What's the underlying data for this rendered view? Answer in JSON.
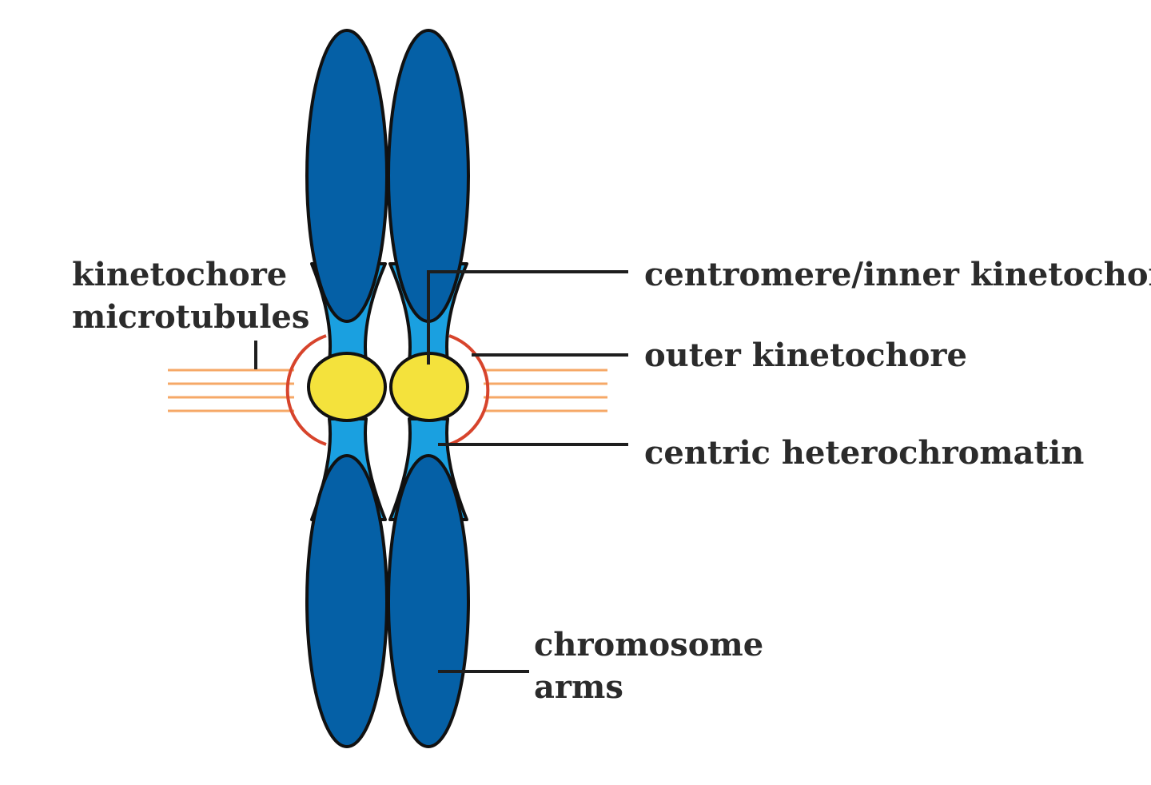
{
  "labels": {
    "kinetochore_microtubules_line1": "kinetochore",
    "kinetochore_microtubules_line2": "microtubules",
    "centromere_inner_kinetochore": "centromere/inner kinetochore",
    "outer_kinetochore": "outer kinetochore",
    "centric_heterochromatin": "centric heterochromatin",
    "chromosome_arms_line1": "chromosome",
    "chromosome_arms_line2": "arms"
  },
  "colors": {
    "chromosome_arm": "#0560a6",
    "heterochromatin": "#1aa0e0",
    "centromere": "#f4e23c",
    "outer_kinetochore": "#d7442c",
    "microtubule": "#f6a867",
    "leader_line": "#1e1e1e",
    "outline": "#111111"
  }
}
